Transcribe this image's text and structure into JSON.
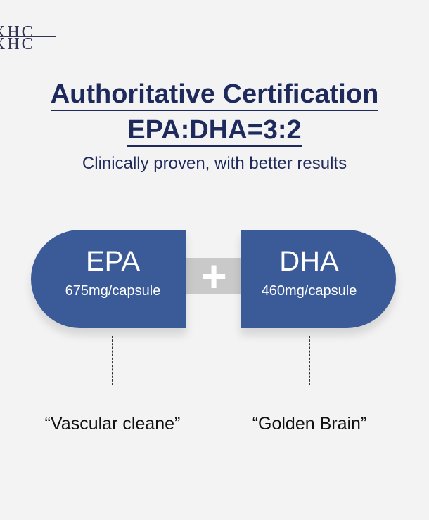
{
  "logo": {
    "line1": "XHC",
    "line2": "XHC"
  },
  "header": {
    "title_line1": "Authoritative Certification",
    "title_line2": "EPA:DHA=3:2",
    "subtitle": "Clinically proven, with better results"
  },
  "capsules": {
    "left": {
      "name": "EPA",
      "dose": "675mg/capsule",
      "caption": "“Vascular cleane”"
    },
    "connector_symbol": "+",
    "right": {
      "name": "DHA",
      "dose": "460mg/capsule",
      "caption": "“Golden Brain”"
    }
  },
  "colors": {
    "capsule_blue": "#3a5a98",
    "title_navy": "#1f2a5c",
    "background": "#f3f3f3",
    "connector_gray": "#c9c9c9"
  }
}
